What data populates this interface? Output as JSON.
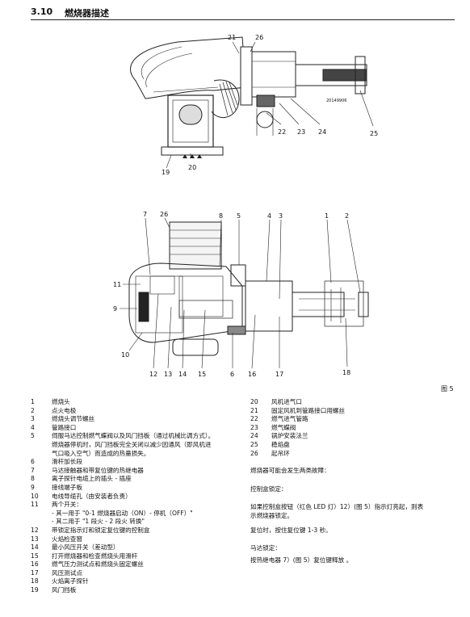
{
  "section": {
    "number": "3.10",
    "title": "燃烧器描述"
  },
  "figure": {
    "label": "图 5",
    "top_callouts": [
      "21",
      "26",
      "20",
      "19",
      "22",
      "23",
      "24",
      "25"
    ],
    "code": "20149906",
    "bottom_callouts_top": [
      "7",
      "26",
      "8",
      "5",
      "4",
      "3",
      "1",
      "2"
    ],
    "bottom_callouts_left": [
      "11",
      "9",
      "10"
    ],
    "bottom_callouts_bottom": [
      "12",
      "13",
      "14",
      "15",
      "6",
      "16",
      "17",
      "18"
    ]
  },
  "legend_left": [
    {
      "n": "1",
      "t": "燃烧头"
    },
    {
      "n": "2",
      "t": "点火电极"
    },
    {
      "n": "3",
      "t": "燃烧头调节螺丝"
    },
    {
      "n": "4",
      "t": "管路接口"
    },
    {
      "n": "5",
      "t": "伺服马达控制燃气蝶阀以及风门挡板（通过机械比调方式）。"
    },
    {
      "n": "",
      "t": "燃烧器停机时，风门挡板完全关闭以减少因通风（即风机进"
    },
    {
      "n": "",
      "t": "气口吸入空气）而造成的热量损失。"
    },
    {
      "n": "6",
      "t": "滑杆加长段"
    },
    {
      "n": "7",
      "t": "马达接触器和带复位键的热继电器"
    },
    {
      "n": "8",
      "t": "离子探针电缆上的插头 - 插座"
    },
    {
      "n": "9",
      "t": "接线端子板"
    },
    {
      "n": "10",
      "t": "电线导缆孔（由安装者负责）"
    },
    {
      "n": "11",
      "t": "两个开关："
    },
    {
      "n": "",
      "t": "- 其一用于 \"0-1 燃烧器启动（ON）- 停机（OFF）\""
    },
    {
      "n": "",
      "t": "- 其二用于 \"1 段火 - 2 段火 转换\""
    },
    {
      "n": "12",
      "t": "带锁定指示灯和锁定复位键的控制盒"
    },
    {
      "n": "13",
      "t": "火焰检查窗"
    },
    {
      "n": "14",
      "t": "最小风压开关（差动型）"
    },
    {
      "n": "15",
      "t": "打开燃烧器和检查燃烧头用滑杆"
    },
    {
      "n": "16",
      "t": "燃气压力测试点和燃烧头固定螺丝"
    },
    {
      "n": "17",
      "t": "风压测试点"
    },
    {
      "n": "18",
      "t": "火焰离子探针"
    },
    {
      "n": "19",
      "t": "风门挡板"
    }
  ],
  "legend_right": [
    {
      "n": "20",
      "t": "风机进气口"
    },
    {
      "n": "21",
      "t": "固定风机到管路接口用螺丝"
    },
    {
      "n": "22",
      "t": "燃气进气管路"
    },
    {
      "n": "23",
      "t": "燃气蝶阀"
    },
    {
      "n": "24",
      "t": "锅炉安装法兰"
    },
    {
      "n": "25",
      "t": "稳焰盘"
    },
    {
      "n": "26",
      "t": "起吊环"
    }
  ],
  "faults": {
    "intro": "燃烧器可能会发生两类故障：",
    "ctrl_title": "控制盒锁定：",
    "ctrl_line1": "如果控制盒按钮（红色 LED 灯）12）(图 5）指示灯亮起，则表",
    "ctrl_line2": "示燃烧器锁定。",
    "ctrl_reset": "复位时，按住复位键 1-3 秒。",
    "motor_title": "马达锁定：",
    "motor_line": "按热继电器 7）(图 5）复位键释放 。"
  }
}
